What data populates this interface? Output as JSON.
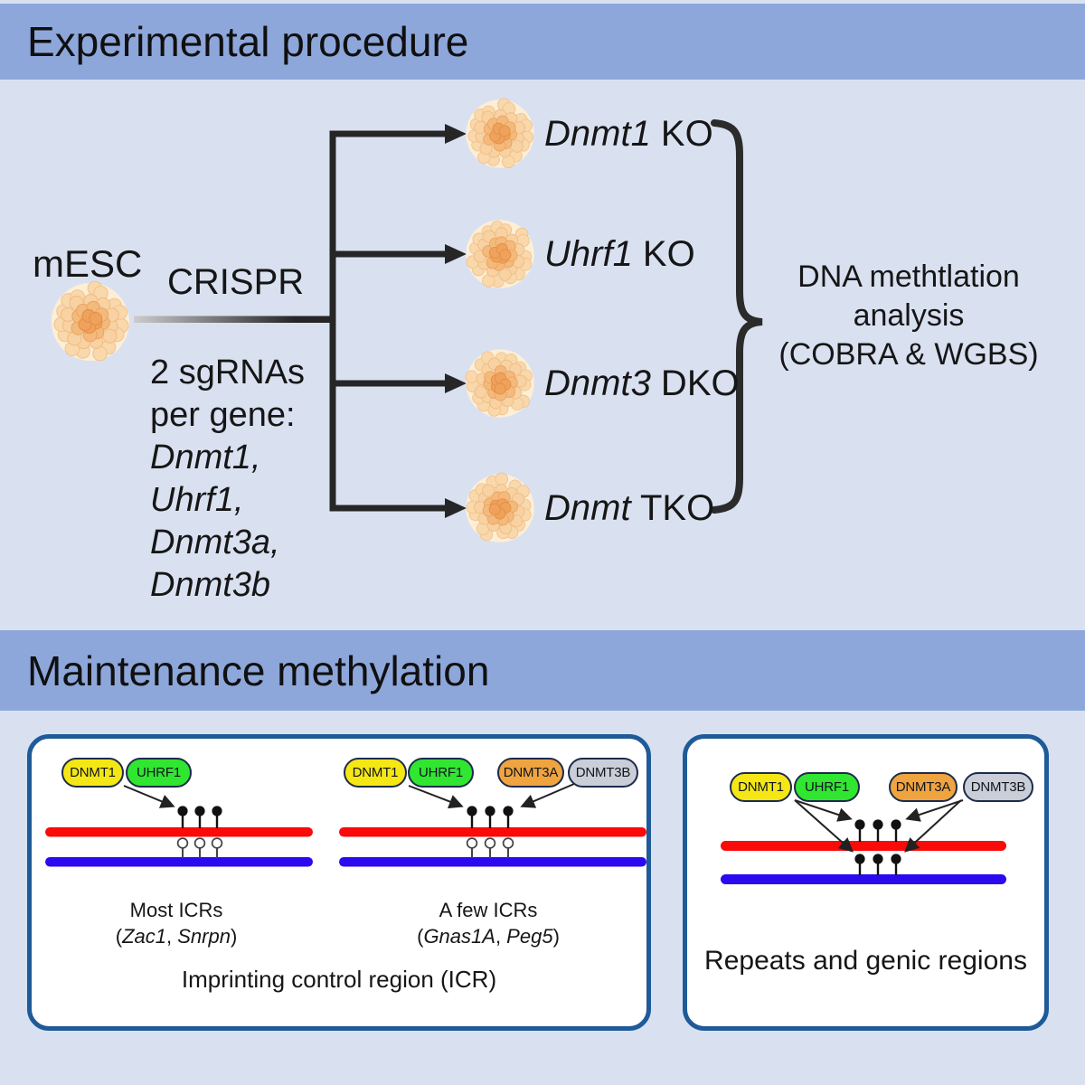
{
  "colors": {
    "background": "#d9e1f1",
    "section_header_bar": "#8ea7db",
    "box_border": "#1f5a99",
    "dna_strand_top": "#fb0a0a",
    "dna_strand_bottom": "#2b0af0",
    "pill_dnmt1": "#f5e716",
    "pill_uhrf1": "#31e631",
    "pill_dnmt3a": "#efa440",
    "pill_dnmt3b": "#c9ced8",
    "arrow": "#262626",
    "cell_outer": "#fdeed6",
    "cell_inner": "#efa25b"
  },
  "sections": {
    "experimental": {
      "header": "Experimental procedure",
      "mesc_label": "mESC",
      "crispr_label": "CRISPR",
      "sgrna_note": {
        "line1": "2 sgRNAs",
        "line2": "per gene:",
        "gene1": "Dnmt1,",
        "gene2": "Uhrf1,",
        "gene3": "Dnmt3a,",
        "gene4": "Dnmt3b"
      },
      "branches": [
        {
          "gene": "Dnmt1",
          "type": " KO"
        },
        {
          "gene": "Uhrf1",
          "type": " KO"
        },
        {
          "gene": "Dnmt3",
          "type": " DKO"
        },
        {
          "gene": "Dnmt",
          "type": " TKO"
        }
      ],
      "analysis": {
        "line1": "DNA methtlation",
        "line2": "analysis",
        "line3": "(COBRA & WGBS)"
      }
    },
    "maintenance": {
      "header": "Maintenance methylation",
      "icr_box": {
        "panel_most": {
          "pills": [
            "DNMT1",
            "UHRF1"
          ],
          "caption": "Most ICRs",
          "genes": {
            "open": "(",
            "gene1": "Zac1",
            "sep": ", ",
            "gene2": "Snrpn",
            "close": ")"
          }
        },
        "panel_few": {
          "pills": [
            "DNMT1",
            "UHRF1",
            "DNMT3A",
            "DNMT3B"
          ],
          "caption": "A few ICRs",
          "genes": {
            "open": "(",
            "gene1": "Gnas1A",
            "sep": ", ",
            "gene2": "Peg5",
            "close": ")"
          }
        },
        "footer": "Imprinting control region (ICR)"
      },
      "repeats_box": {
        "pills": [
          "DNMT1",
          "UHRF1",
          "DNMT3A",
          "DNMT3B"
        ],
        "caption": "Repeats and genic regions"
      }
    }
  }
}
